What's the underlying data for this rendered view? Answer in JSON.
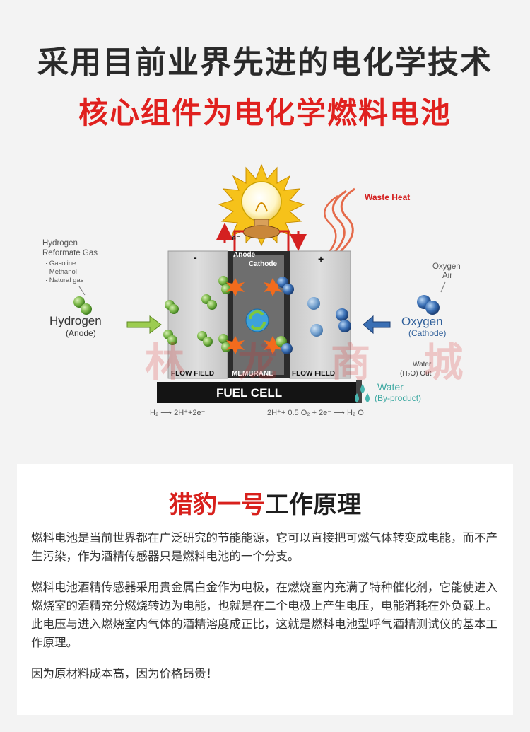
{
  "header": {
    "line1": "采用目前业界先进的电化学技术",
    "line2": "核心组件为电化学燃料电池"
  },
  "diagram": {
    "waste_heat": "Waste Heat",
    "electron": "e⁻",
    "hydrogen_note_title1": "Hydrogen",
    "hydrogen_note_title2": "Reformate Gas",
    "hydrogen_note_items": [
      "· Gasoline",
      "· Methanol",
      "· Natural gas"
    ],
    "hydrogen_label": "Hydrogen",
    "anode_paren": "(Anode)",
    "oxygen_air_1": "Oxygen",
    "oxygen_air_2": "Air",
    "oxygen_label": "Oxygen",
    "cathode_paren": "(Cathode)",
    "anode": "Anode",
    "cathode": "Cathode",
    "minus": "-",
    "plus": "+",
    "flow_field_left": "FLOW FIELD",
    "membrane": "MEMBRANE",
    "flow_field_right": "FLOW FIELD",
    "fuel_cell": "FUEL CELL",
    "water_out_1": "Water",
    "water_out_2": "(H₂O) Out",
    "water_label": "Water",
    "byproduct": "(By-product)",
    "eq_left": "H₂ ⟶ 2H⁺+2e⁻",
    "eq_right": "2H⁺+ 0.5 O₂ + 2e⁻ ⟶ H₂ O",
    "colors": {
      "hydrogen": "#7ab648",
      "oxygen": "#3a6fb4",
      "spark": "#f26b1d",
      "arrow_red": "#d42020"
    }
  },
  "watermark": "林 龙 商 城",
  "card": {
    "title_accent": "猎豹一号",
    "title_rest": "工作原理",
    "p1": "燃料电池是当前世界都在广泛研究的节能能源，它可以直接把可燃气体转变成电能，而不产生污染，作为酒精传感器只是燃料电池的一个分支。",
    "p2": "燃料电池酒精传感器采用贵金属白金作为电极，在燃烧室内充满了特种催化剂，它能使进入燃烧室的酒精充分燃烧转边为电能，也就是在二个电极上产生电压，电能消耗在外负载上。此电压与进入燃烧室内气体的酒精溶度成正比，这就是燃料电池型呼气酒精测试仪的基本工作原理。",
    "p3": "因为原材料成本高，因为价格昂贵！"
  }
}
